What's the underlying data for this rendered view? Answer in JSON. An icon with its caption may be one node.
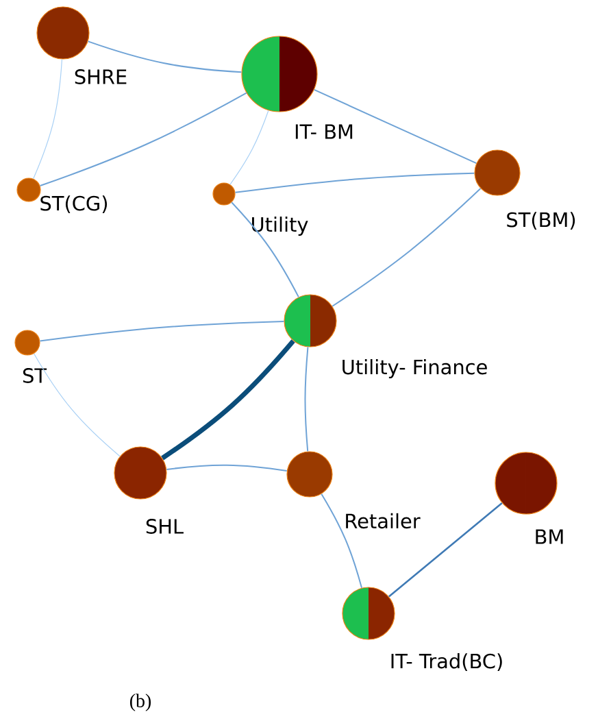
{
  "diagram": {
    "caption": "(b)",
    "nodes": [
      {
        "text": [
          "SHRE"
        ]
      },
      {
        "text": [
          "IT- BM"
        ]
      },
      {
        "text": [
          "ST(CG)"
        ]
      },
      {
        "text": [
          "Utility"
        ]
      },
      {
        "text": [
          "ST(BM)"
        ]
      },
      {
        "text": [
          "Utility- Finance"
        ]
      },
      {
        "text": [
          "ST"
        ]
      },
      {
        "text": [
          "SHL"
        ]
      },
      {
        "text": [
          "Retailer"
        ]
      },
      {
        "text": [
          "BM"
        ]
      },
      {
        "text": [
          "IT- Trad(BC)"
        ]
      }
    ],
    "edges": [
      {
        "from": 0,
        "to": 1,
        "arrow": "none"
      },
      {
        "from": 0,
        "to": 2,
        "arrow": "none",
        "color": "#a8d0f5"
      },
      {
        "from": 1,
        "to": 2,
        "arrow": "none"
      },
      {
        "from": 1,
        "to": 3,
        "arrow": "none",
        "color": "#a8d0f5"
      },
      {
        "from": 1,
        "to": 4,
        "arrow": "none"
      },
      {
        "from": 3,
        "to": 4,
        "arrow": "none"
      },
      {
        "from": 3,
        "to": 5,
        "arrow": "none"
      },
      {
        "from": 4,
        "to": 5,
        "arrow": "none"
      },
      {
        "from": 6,
        "to": 5,
        "arrow": "none"
      },
      {
        "from": 6,
        "to": 7,
        "arrow": "none",
        "color": "#a8d0f5"
      },
      {
        "from": 5,
        "to": 7,
        "arrow": "none",
        "style": "thick",
        "color": "#0b4d7a"
      },
      {
        "from": 5,
        "to": 8,
        "arrow": "none"
      },
      {
        "from": 7,
        "to": 8,
        "arrow": "none"
      },
      {
        "from": 8,
        "to": 10,
        "arrow": "none"
      },
      {
        "from": 10,
        "to": 9,
        "arrow": "none",
        "color": "#3f7ab5"
      }
    ]
  }
}
